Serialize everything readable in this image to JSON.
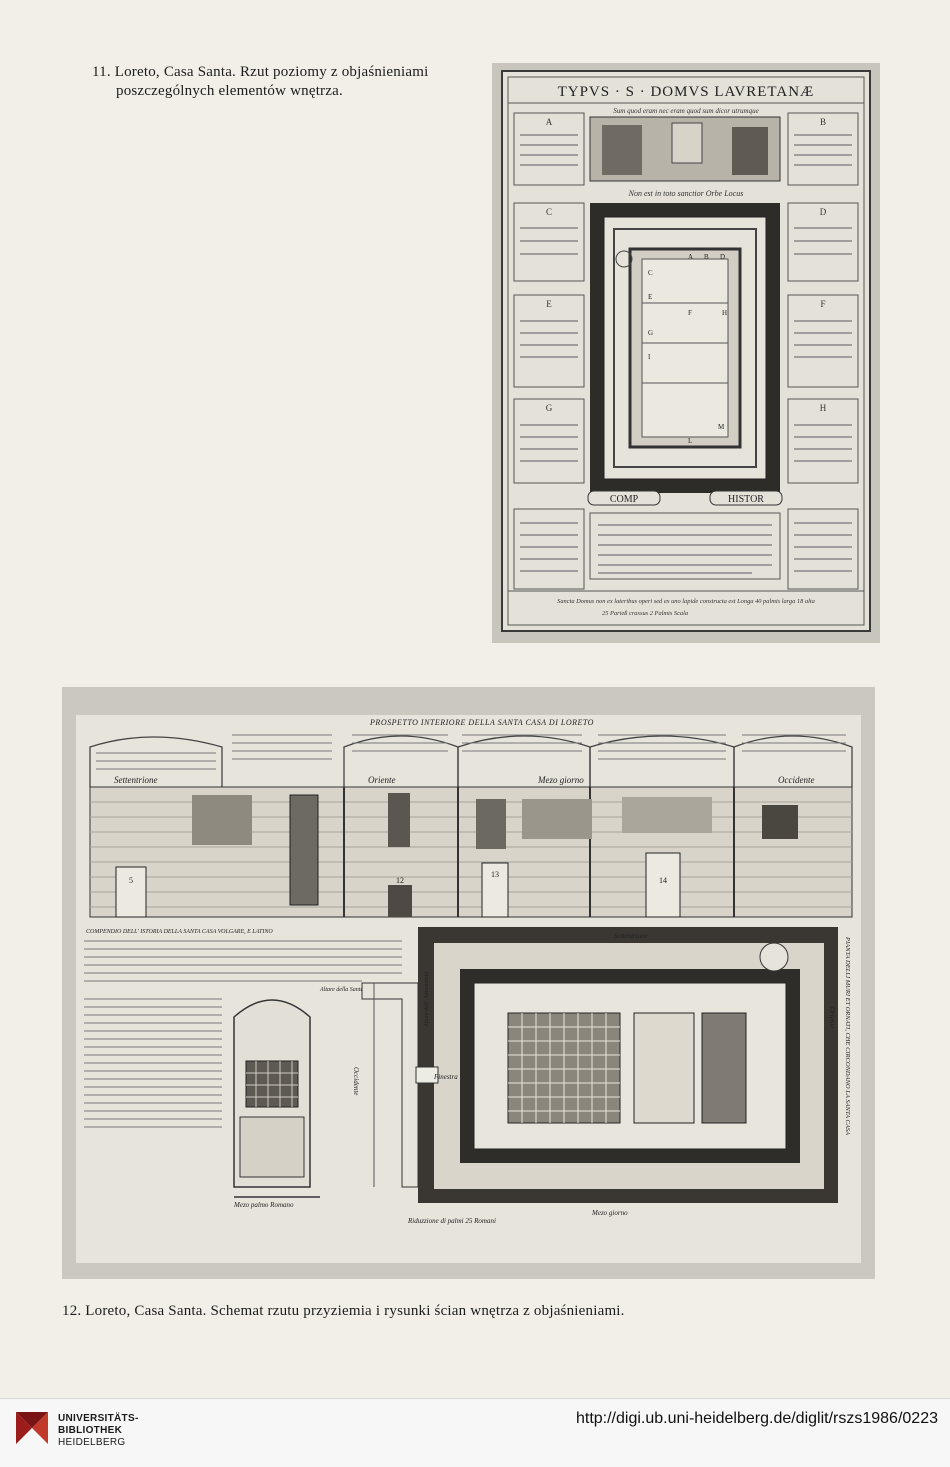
{
  "captions": {
    "fig11_line1": "11. Loreto, Casa Santa. Rzut poziomy z objaśnieniami",
    "fig11_line2": "poszczególnych elementów wnętrza.",
    "fig12": "12. Loreto, Casa Santa. Schemat rzutu przyziemia i rysunki ścian wnętrza z objaśnieniami."
  },
  "plate1": {
    "title": "TYPVS · S · DOMVS LAVRETANÆ",
    "motto_top": "Sum quod eram nec eram quod sum dicor utrumque",
    "motto_mid": "Non est in toto sanctior Orbe Locus",
    "banner_left": "COMP",
    "banner_right": "HISTOR",
    "letters_plan": [
      "A",
      "B",
      "C",
      "D",
      "E",
      "F",
      "G",
      "H",
      "I",
      "L",
      "M"
    ],
    "panel_letters": [
      "A",
      "B",
      "C",
      "D",
      "E",
      "F",
      "G",
      "H"
    ],
    "bottom_line1": "Sancta Domus non ex lateribus operi sed ex uno lapide constructa est Longa 40 palmis larga 18 alta",
    "bottom_line2": "25 Parieß crassus 2 Palmis Scala"
  },
  "plate2": {
    "title": "PROSPETTO INTERIORE DELLA SANTA CASA DI LORETO",
    "wall_labels": [
      "Settentrione",
      "Oriente",
      "Mezo giorno",
      "Occidente"
    ],
    "wall_numbers": [
      "5",
      "12",
      "13",
      "14"
    ],
    "compendio_title": "COMPENDIO DELL' ISTORIA DELLA SANTA CASA VOLGARE, E LATINO",
    "plan_side_title": "PIANTA DELLI MURI ET ORNATI, CHE CIRCONDANO LA SANTA CASA",
    "plan_labels": {
      "north": "Settentrione",
      "south": "Mezo giorno",
      "west": "Occidente",
      "east": "Oriente",
      "window": "Finestra",
      "altar": "Altare dell' Annunziata",
      "scale1": "Mezo palmo Romano",
      "scale2": "Riduzzione di palmi 25 Romani",
      "niche": "Altare della Santa Casa"
    }
  },
  "footer": {
    "library_line1": "UNIVERSITÄTS-",
    "library_line2": "BIBLIOTHEK",
    "library_line3": "HEIDELBERG",
    "url": "http://digi.ub.uni-heidelberg.de/diglit/rszs1986/0223"
  }
}
